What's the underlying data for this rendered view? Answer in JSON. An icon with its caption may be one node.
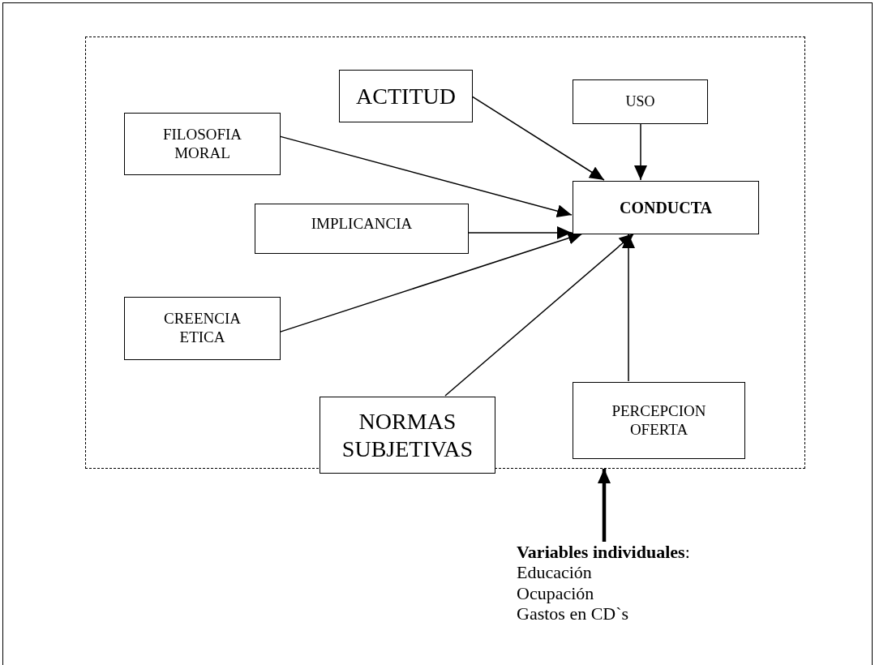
{
  "diagram": {
    "nodes": [
      {
        "text": [],
        "shape": "box"
      },
      {
        "text": [
          "ACTITUD"
        ],
        "in": 0
      },
      {
        "text": [
          "USO"
        ],
        "in": 0
      },
      {
        "text": [
          "FILOSOFIA MORAL"
        ],
        "in": 0
      },
      {
        "text": [
          "IMPLICANCIA"
        ],
        "in": 0
      },
      {
        "text": [
          "CONDUCTA"
        ],
        "in": 0
      },
      {
        "text": [
          "CREENCIA ETICA"
        ],
        "in": 0
      },
      {
        "text": [
          "NORMAS SUBJETIVAS"
        ],
        "in": 0
      },
      {
        "text": [
          "PERCEPCION OFERTA"
        ],
        "in": 0
      },
      {
        "text": [
          "**Variables individuales**:",
          "Educación",
          "Ocupación",
          "Gastos en CD`s"
        ]
      }
    ],
    "edges": [
      {
        "from": 1,
        "to": 5,
        "arrow": "to"
      },
      {
        "from": 2,
        "to": 5,
        "arrow": "to"
      },
      {
        "from": 3,
        "to": 5,
        "arrow": "to"
      },
      {
        "from": 4,
        "to": 5,
        "arrow": "to"
      },
      {
        "from": 6,
        "to": 5,
        "arrow": "to"
      },
      {
        "from": 7,
        "to": 5,
        "arrow": "to"
      },
      {
        "from": 8,
        "to": 5,
        "arrow": "to"
      },
      {
        "from": 9,
        "to": 0,
        "arrow": "to",
        "style": "thick"
      }
    ]
  }
}
